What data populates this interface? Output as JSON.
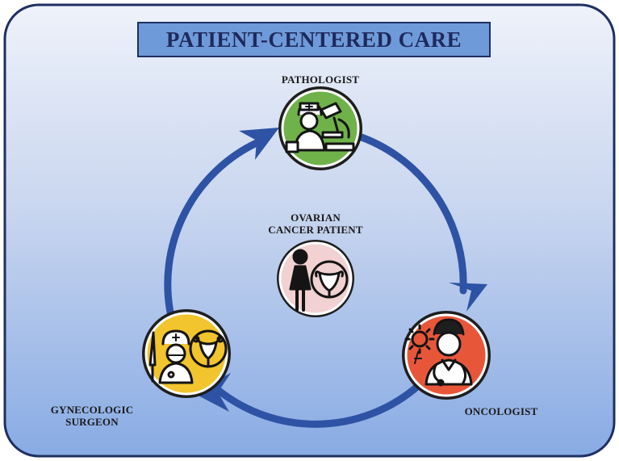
{
  "title": "PATIENT-CENTERED CARE",
  "nodes": {
    "center": {
      "line1": "OVARIAN",
      "line2": "CANCER PATIENT",
      "icon": "patient-uterus-icon"
    },
    "top": {
      "label": "PATHOLOGIST",
      "icon": "pathologist-microscope-icon"
    },
    "right": {
      "label": "ONCOLOGIST",
      "icon": "oncologist-doctor-icon"
    },
    "left": {
      "line1": "GYNECOLOGIC",
      "line2": "SURGEON",
      "icon": "surgeon-scalpel-uterus-icon"
    }
  },
  "colors": {
    "panel_top": "#e8eef8",
    "panel_bottom": "#8fb0e6",
    "panel_border": "#1f2f63",
    "cycle_arrow": "#2e53a5",
    "title_fill": "#6f9ad9",
    "pathologist": "#6fb24a",
    "oncologist": "#e8563a",
    "surgeon": "#f2c42d",
    "patient": "#f1d1d1"
  }
}
